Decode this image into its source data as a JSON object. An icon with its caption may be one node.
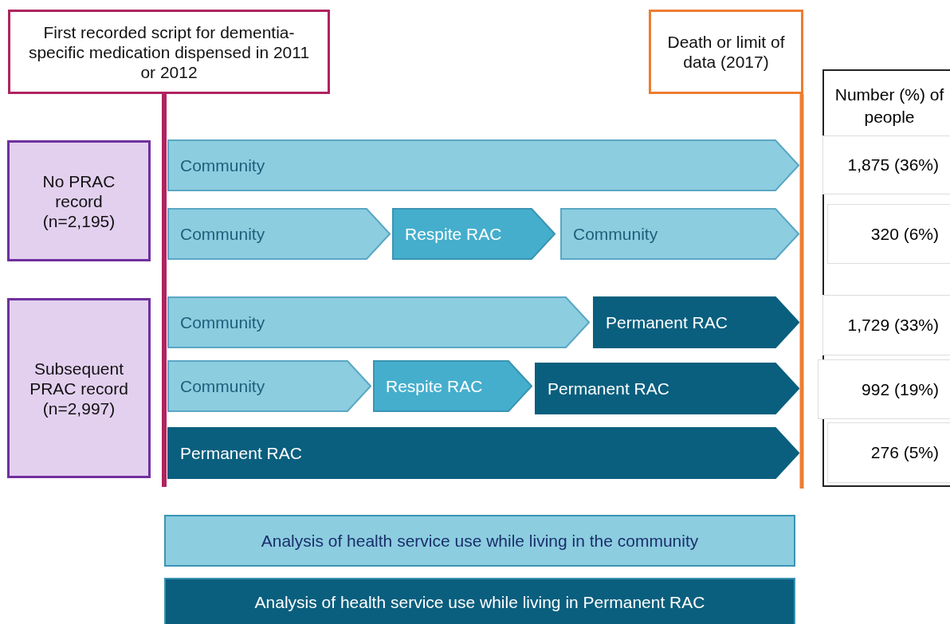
{
  "diagram": {
    "nodes": [
      {
        "text": [
          "First recorded script for dementia-specific medication dispensed in 2011 or 2012"
        ]
      },
      {
        "text": [
          "Death or limit of data (2017)"
        ]
      },
      {
        "text": [
          "No PRAC record (n=2,195)"
        ]
      },
      {
        "text": [
          "Subsequent PRAC record (n=2,997)"
        ]
      },
      {
        "text": [
          "Community"
        ]
      },
      {
        "text": [
          "Community"
        ]
      },
      {
        "text": [
          "Respite RAC"
        ]
      },
      {
        "text": [
          "Community"
        ]
      },
      {
        "text": [
          "Community"
        ]
      },
      {
        "text": [
          "Permanent RAC"
        ]
      },
      {
        "text": [
          "Community"
        ]
      },
      {
        "text": [
          "Respite RAC"
        ]
      },
      {
        "text": [
          "Permanent RAC"
        ]
      },
      {
        "text": [
          "Permanent RAC"
        ]
      }
    ],
    "labels": [
      "Number  (%) of people",
      "1,875 (36%)",
      "320 (6%)",
      "1,729 (33%)",
      "992 (19%)",
      "276 (5%)"
    ],
    "legend": [
      {
        "text": "Analysis of health service use while living in the community",
        "color": "#8ccde0"
      },
      {
        "text": "Analysis of health service use while living in Permanent RAC",
        "color": "#0a5f7e"
      }
    ]
  }
}
